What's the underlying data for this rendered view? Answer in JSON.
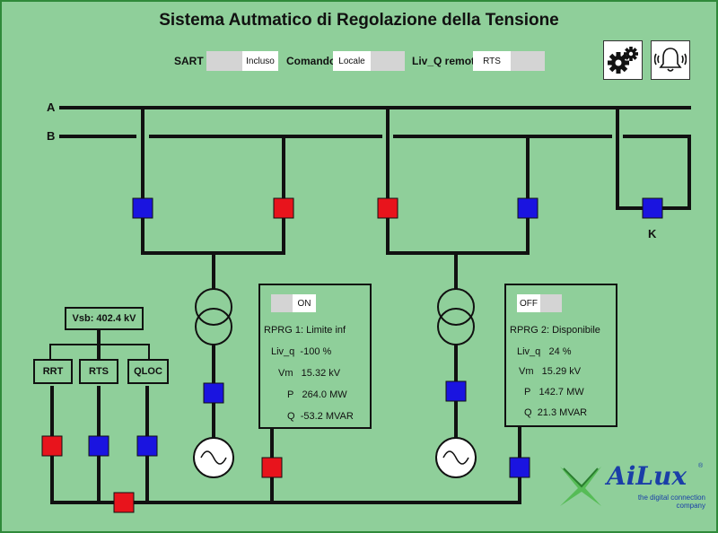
{
  "title": "Sistema Autmatico di Regolazione della Tensione",
  "controls": {
    "sart_label": "SART",
    "sart_value": "Incluso",
    "comando_label": "Comando",
    "comando_value": "Locale",
    "livq_label": "Liv_Q remota",
    "livq_value": "RTS"
  },
  "toolbar": {
    "settings_icon": "gears-icon",
    "alarm_icon": "bell-icon"
  },
  "buses": {
    "a_label": "A",
    "b_label": "B",
    "k_label": "K"
  },
  "vsb": "Vsb: 402.4 kV",
  "selectors": {
    "rrt": "RRT",
    "rts": "RTS",
    "qloc": "QLOC"
  },
  "rprg1": {
    "switch": "ON",
    "name": "RPRG 1:",
    "status": "Limite inf",
    "livq_label": "Liv_q",
    "livq_value": "-100 %",
    "vm_label": "Vm",
    "vm_value": "15.32 kV",
    "p_label": "P",
    "p_value": "264.0 MW",
    "q_label": "Q",
    "q_value": "-53.2 MVAR"
  },
  "rprg2": {
    "switch": "OFF",
    "name": "RPRG 2:",
    "status": "Disponibile",
    "livq_label": "Liv_q",
    "livq_value": "24 %",
    "vm_label": "Vm",
    "vm_value": "15.29 kV",
    "p_label": "P",
    "p_value": "142.7 MW",
    "q_label": "Q",
    "q_value": "21.3 MVAR"
  },
  "colors": {
    "background": "#8fcf9a",
    "breaker_open": "#e8141c",
    "breaker_closed": "#1a14e0",
    "brand": "#1a3ea8"
  },
  "logo": {
    "name": "AiLux",
    "reg": "®",
    "tagline_1": "the digital connection",
    "tagline_2": "company"
  }
}
